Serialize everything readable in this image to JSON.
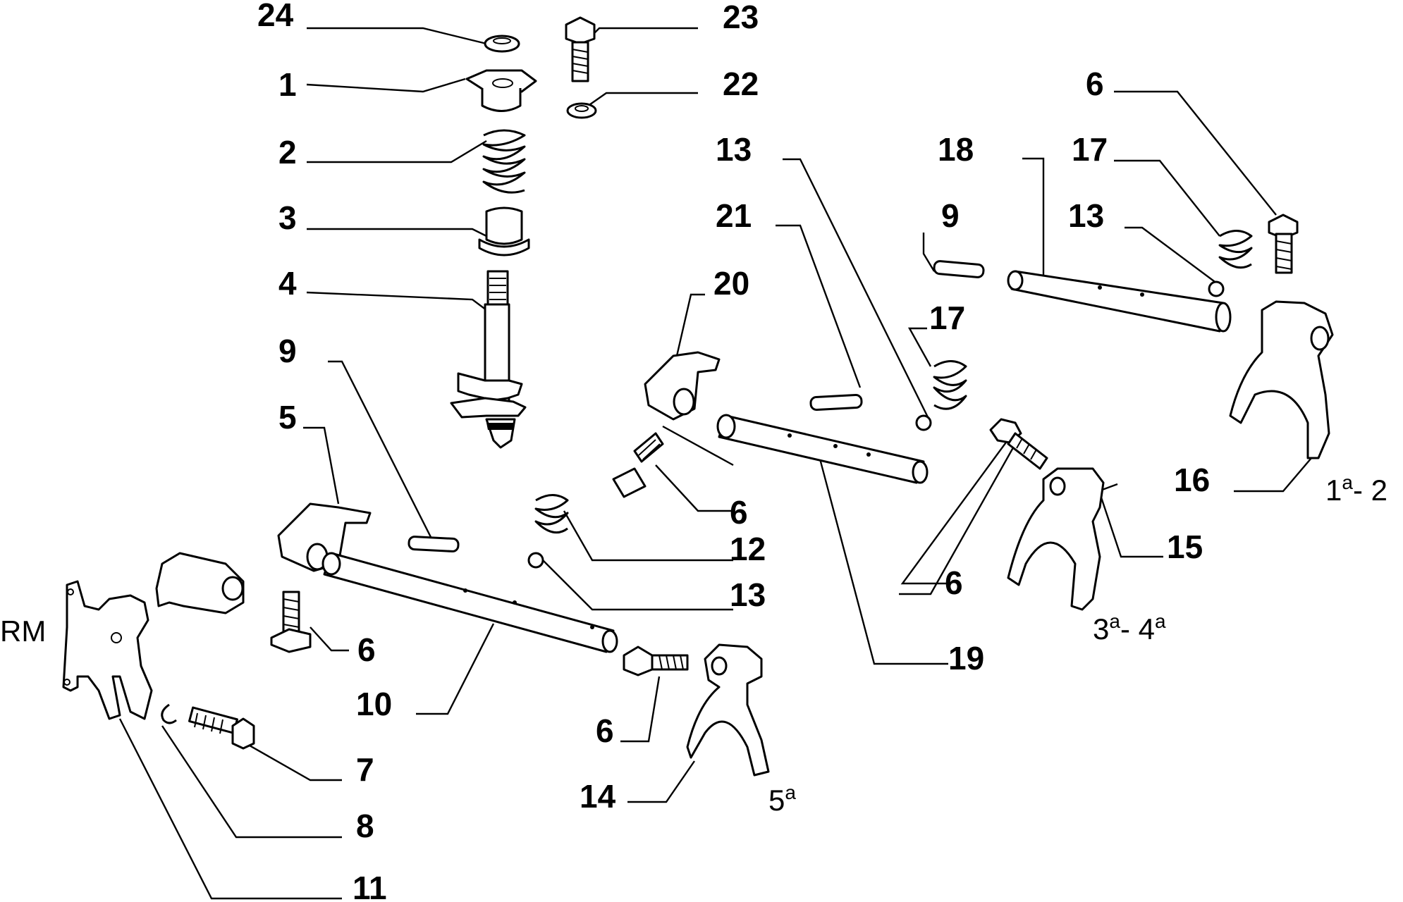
{
  "callouts": {
    "c24": "24",
    "c1": "1",
    "c2": "2",
    "c3": "3",
    "c4": "4",
    "c9a": "9",
    "c5": "5",
    "c23": "23",
    "c22": "22",
    "c13a": "13",
    "c21": "21",
    "c20": "20",
    "c17a": "17",
    "c6a": "6",
    "c12": "12",
    "c13b": "13",
    "c10": "10",
    "c6b": "6",
    "c6c": "6",
    "c14": "14",
    "c7": "7",
    "c8": "8",
    "c11": "11",
    "c6d": "6",
    "c18": "18",
    "c17b": "17",
    "c9b": "9",
    "c13c": "13",
    "c16": "16",
    "c15": "15",
    "c6e": "6",
    "c19": "19",
    "rm": "RM"
  },
  "gear_labels": {
    "g5_base": "5",
    "g5_sup": "a",
    "g34_base1": "3",
    "g34_sup1": "a",
    "g34_sep": "- 4",
    "g34_sup2": "a",
    "g12_base1": "1",
    "g12_sup1": "a",
    "g12_sep": "- 2"
  }
}
